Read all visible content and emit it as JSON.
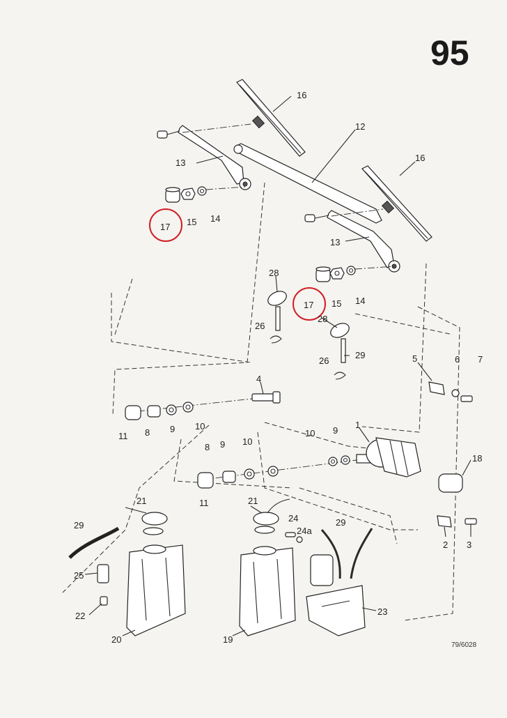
{
  "page": {
    "number": "95",
    "drawing_ref": "79/6028"
  },
  "highlight_color": "#d01f25",
  "callouts": {
    "c1": "1",
    "c2": "2",
    "c3": "3",
    "c4": "4",
    "c5": "5",
    "c6": "6",
    "c7": "7",
    "c8a": "8",
    "c8b": "8",
    "c9a": "9",
    "c9b": "9",
    "c9c": "9",
    "c10a": "10",
    "c10b": "10",
    "c10c": "10",
    "c11a": "11",
    "c11b": "11",
    "c12": "12",
    "c13a": "13",
    "c13b": "13",
    "c14a": "14",
    "c14b": "14",
    "c15a": "15",
    "c15b": "15",
    "c16a": "16",
    "c16b": "16",
    "c17a": "17",
    "c17b": "17",
    "c18": "18",
    "c19": "19",
    "c20": "20",
    "c21a": "21",
    "c21b": "21",
    "c22": "22",
    "c23": "23",
    "c24": "24",
    "c24a": "24a",
    "c25": "25",
    "c26a": "26",
    "c26b": "26",
    "c28a": "28",
    "c28b": "28",
    "c29a": "29",
    "c29b": "29",
    "c29c": "29"
  }
}
